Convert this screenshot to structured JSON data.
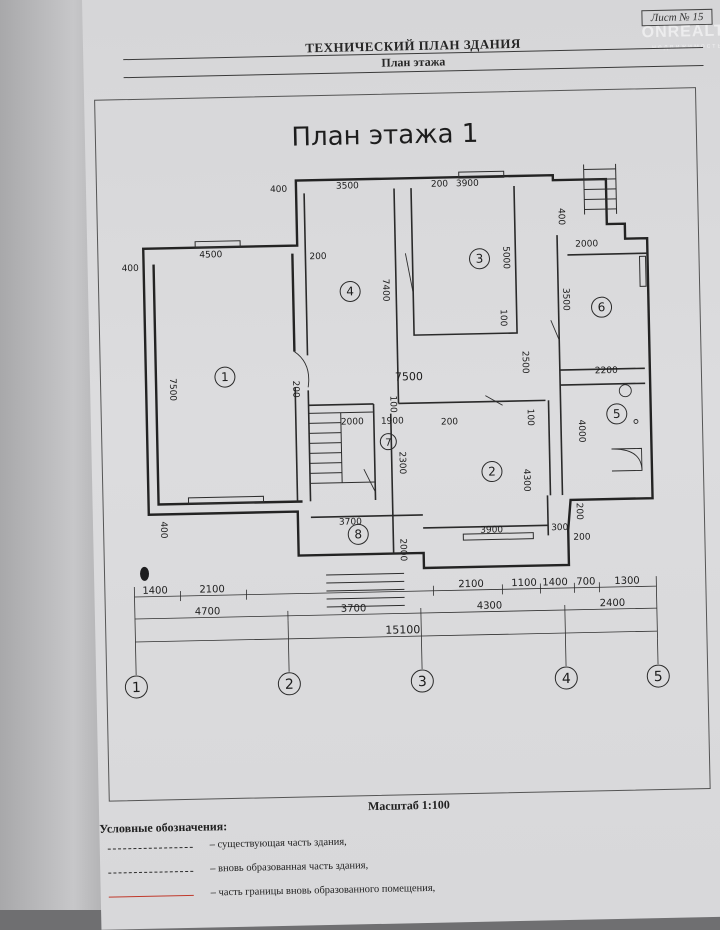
{
  "sheet": {
    "label": "Лист № 15",
    "watermark": "ONREALT",
    "watermark_sub": "недвижимость",
    "title": "ТЕХНИЧЕСКИЙ ПЛАН ЗДАНИЯ",
    "subtitle": "План этажа"
  },
  "plan": {
    "title": "План этажа 1",
    "rooms": [
      "1",
      "2",
      "3",
      "4",
      "5",
      "6",
      "7",
      "8"
    ],
    "dimensions": {
      "top": [
        "400",
        "3500",
        "200",
        "3900"
      ],
      "room1_w": "4500",
      "left_edge": "400",
      "room1_h": "7500",
      "room4_w_sep": "200",
      "room4_h": "7400",
      "room3_h": "5000",
      "room3_wall": "100",
      "small_wall": "400",
      "room6_w": "2000",
      "room6_h": "3500",
      "corridor_w": "7500",
      "corridor_h": "2500",
      "wall_200a": "200",
      "wall_100a": "100",
      "stair_w": "2000",
      "hall_w": "1900",
      "hall_h": "2300",
      "room2_w": "3900",
      "room2_h": "4300",
      "wall_200b": "200",
      "wall_100b": "100",
      "room5_w": "2200",
      "room5_h": "4000",
      "room8_w": "3700",
      "room8_h": "2000",
      "bottom_wall": "400",
      "wall_200c": "200",
      "wall_300": "300",
      "wall_200d": "200"
    },
    "chains": {
      "row1": [
        "1400",
        "2100",
        "2100",
        "1100",
        "1400",
        "700",
        "1300"
      ],
      "row2": [
        "4700",
        "3700",
        "4300",
        "2400"
      ],
      "total": "15100"
    },
    "axes": [
      "1",
      "2",
      "3",
      "4",
      "5"
    ]
  },
  "scale": "Масштаб 1:100",
  "legend": {
    "title": "Условные обозначения:",
    "items": [
      {
        "text": "– существующая часть здания,",
        "color": "#2b2b2b"
      },
      {
        "text": "– вновь образованная часть здания,",
        "color": "#2b2b2b"
      },
      {
        "text": "– часть границы вновь образованного помещения,",
        "color": "#c0392b"
      }
    ]
  }
}
